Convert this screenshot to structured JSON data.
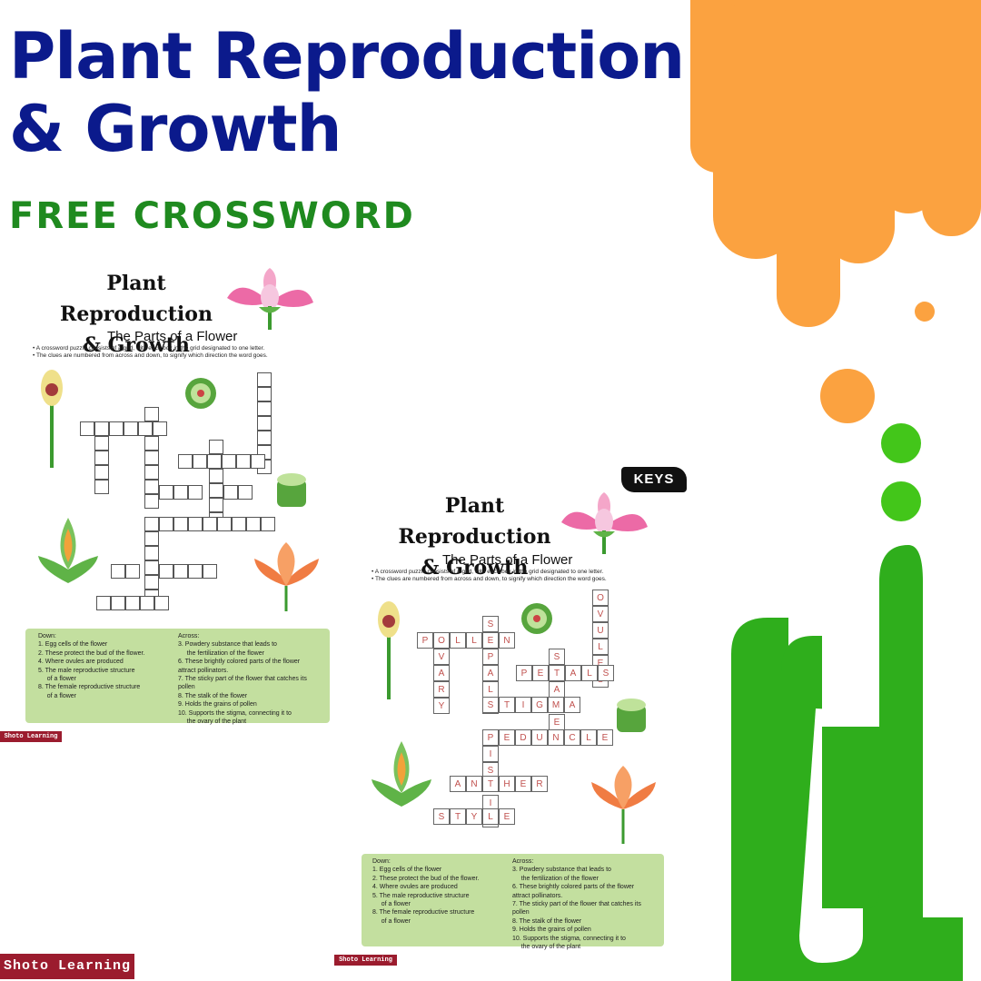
{
  "header": {
    "title": "Plant Reproduction & Growth",
    "subtitle": "FREE CROSSWORD"
  },
  "colors": {
    "title": "#0b1a8c",
    "subtitle": "#1f8a1f",
    "orange_drip": "#fba240",
    "green_drip": "#2fae1c",
    "clue_box": "#c3df9f",
    "badge": "#9b1c2e"
  },
  "worksheet": {
    "title_line1": "Plant Reproduction",
    "title_line2": "& Growth",
    "subtitle": "The Parts of a Flower",
    "intro": [
      "A crossword puzzle consists of a grid, with each box in the grid designated to one letter.",
      "The clues are numbered from across and down, to signify which direction the word goes."
    ],
    "down_heading": "Down:",
    "down": [
      "1. Egg cells of the flower",
      "2. These protect the bud of the flower.",
      "4. Where ovules are produced",
      "5. The male reproductive structure",
      "     of a flower",
      "8. The female reproductive structure",
      "     of a flower"
    ],
    "across_heading": "Across:",
    "across": [
      "3. Powdery substance that leads to",
      "     the fertilization of the flower",
      "6. These brightly colored parts of the flower",
      "attract pollinators.",
      "7. The sticky part of the flower that catches its",
      "pollen",
      "8. The stalk of the flower",
      "9. Holds the grains of pollen",
      "10. Supports the stigma, connecting it to",
      "     the ovary of the plant"
    ],
    "brand": "Shoto Learning"
  },
  "keys_label": "KEYS",
  "footer_brand": "Shoto Learning"
}
